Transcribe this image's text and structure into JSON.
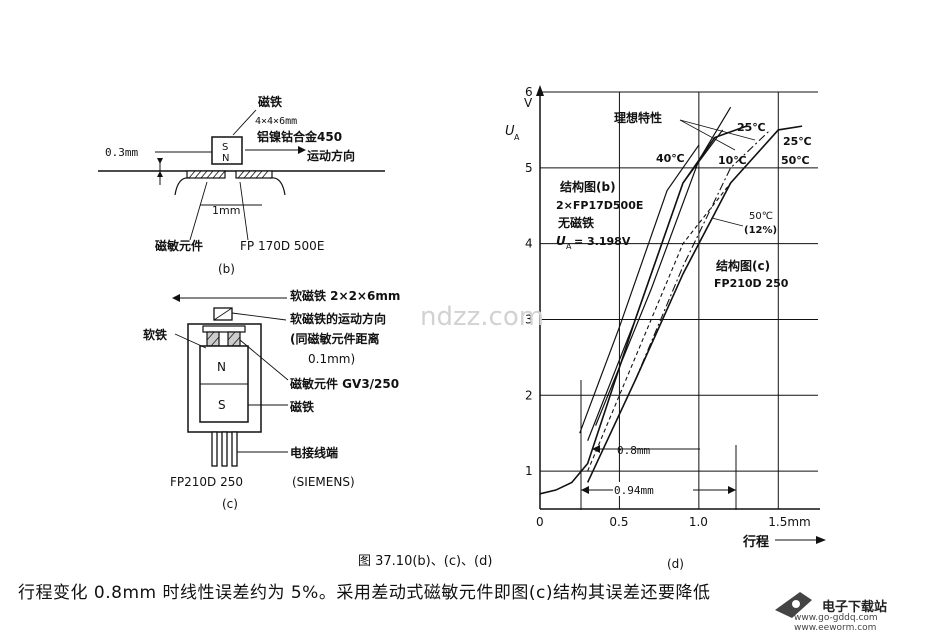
{
  "figure_b": {
    "magnet_title": "磁铁",
    "magnet_size": "4×4×6mm",
    "magnet_material": "铝镍钴合金450",
    "motion_direction": "运动方向",
    "gap_label": "0.3mm",
    "pole_s": "S",
    "pole_n": "N",
    "spacing_label": "1mm",
    "element_label": "磁敏元件",
    "part_number": "FP 170D 500E",
    "panel_label": "(b)"
  },
  "figure_c": {
    "soft_magnet": "软磁铁 2×2×6mm",
    "soft_magnet_motion": "软磁铁的运动方向",
    "distance_note_1": "(同磁敏元件距离",
    "distance_note_2": "0.1mm)",
    "soft_iron": "软铁",
    "pole_n": "N",
    "pole_s": "S",
    "element": "磁敏元件 GV3/250",
    "magnet": "磁铁",
    "terminals": "电接线端",
    "part": "FP210D 250",
    "maker": "(SIEMENS)",
    "panel_label": "(c)"
  },
  "figure_d": {
    "y_axis_label_U": "U",
    "y_axis_label_sub": "A",
    "y_unit": "V",
    "x_axis_label": "行程",
    "x_ticks": [
      "0",
      "0.5",
      "1.0",
      "1.5mm"
    ],
    "y_ticks": [
      "1",
      "2",
      "3",
      "4",
      "5",
      "6"
    ],
    "ideal_label": "理想特性",
    "temp_25_top": "25℃",
    "temp_25_right": "25℃",
    "temp_40": "40℃",
    "temp_10": "10℃",
    "temp_50_right": "50℃",
    "struct_b_title": "结构图(b)",
    "struct_b_part": "2×FP17D500E",
    "struct_b_note": "无磁铁",
    "struct_b_ua_symbol": "U",
    "struct_b_ua_sub": "A",
    "struct_b_ua_value": "= 3.198V",
    "temp_50_mid": "50℃",
    "temp_50_pct": "(12%)",
    "struct_c_title": "结构图(c)",
    "struct_c_part": "FP210D 250",
    "dim_08": "0.8mm",
    "dim_094": "0.94mm",
    "panel_label": "(d)"
  },
  "chart_data": {
    "type": "line",
    "xlabel": "行程",
    "ylabel": "UA (V)",
    "xlim": [
      0,
      1.75
    ],
    "ylim": [
      0.5,
      6
    ],
    "x_ticks": [
      0,
      0.5,
      1.0,
      1.5
    ],
    "y_ticks": [
      1,
      2,
      3,
      4,
      5,
      6
    ],
    "grid": true,
    "series": [
      {
        "name": "结构图(b) 2×FP17D500E",
        "x": [
          0.0,
          0.1,
          0.2,
          0.3,
          0.6,
          0.9,
          1.1,
          1.3
        ],
        "y": [
          0.7,
          0.75,
          0.85,
          1.1,
          3.0,
          4.8,
          5.4,
          5.55
        ]
      },
      {
        "name": "40℃",
        "x": [
          0.25,
          0.5,
          0.8,
          1.0
        ],
        "y": [
          1.5,
          2.9,
          4.7,
          5.3
        ]
      },
      {
        "name": "10℃",
        "x": [
          0.3,
          0.6,
          0.9,
          1.15
        ],
        "y": [
          1.4,
          3.0,
          4.8,
          5.5
        ]
      },
      {
        "name": "25℃ (top)",
        "x": [
          0.35,
          0.7,
          1.0,
          1.2
        ],
        "y": [
          1.6,
          3.4,
          5.1,
          5.8
        ]
      },
      {
        "name": "结构图(c) FP210D 250",
        "x": [
          0.3,
          0.6,
          0.9,
          1.2,
          1.5,
          1.65
        ],
        "y": [
          0.85,
          2.2,
          3.6,
          4.8,
          5.5,
          5.55
        ]
      },
      {
        "name": "50℃ (12%)",
        "x": [
          0.3,
          0.6,
          0.9,
          1.2
        ],
        "y": [
          1.0,
          2.5,
          4.0,
          4.8
        ]
      },
      {
        "name": "50℃",
        "x": [
          0.6,
          0.9,
          1.2,
          1.45
        ],
        "y": [
          2.2,
          3.7,
          5.0,
          5.5
        ]
      }
    ],
    "annotations": [
      "理想特性",
      "0.8mm",
      "0.94mm"
    ]
  },
  "caption": "图 37.10(b)、(c)、(d)",
  "bottom_text": "行程变化 0.8mm 时线性误差约为 5%。采用差动式磁敏元件即图(c)结构其误差还要降低",
  "watermarks": {
    "corner_title": "电子下载站",
    "corner_url": "www.go-gddq.com  www.eeworm.com",
    "center": "ndzz.com"
  }
}
